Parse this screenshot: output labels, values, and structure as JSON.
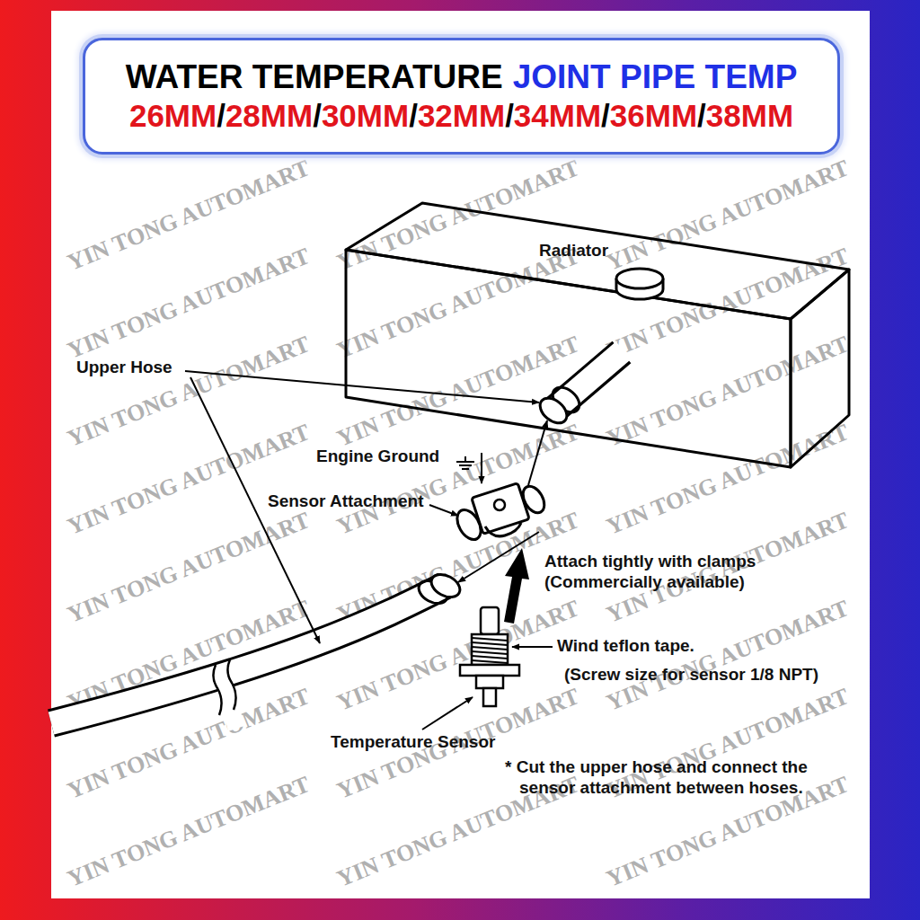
{
  "diagram": {
    "nodes": [
      {
        "text": [
          "WATER TEMPERATURE",
          "JOINT PIPE TEMP",
          "26MM/28MM/30MM/32MM/34MM/36MM/38MM"
        ]
      }
    ],
    "labels": [
      "Radiator",
      "Upper Hose",
      "Engine Ground",
      "Sensor Attachment",
      "Attach tightly with clamps (Commercially available)",
      "Wind teflon tape.",
      "(Screw size for sensor 1/8 NPT)",
      "Temperature Sensor",
      "* Cut the upper hose and connect the sensor attachment between hoses.",
      "YIN TONG AUTOMART",
      "YIN TONG AUTOMART",
      "YIN TONG AUTOMART",
      "YIN TONG AUTOMART",
      "YIN TONG AUTOMART",
      "YIN TONG AUTOMART",
      "YIN TONG AUTOMART",
      "YIN TONG AUTOMART",
      "YIN TONG AUTOMART",
      "YIN TONG AUTOMART",
      "YIN TONG AUTOMART",
      "YIN TONG AUTOMART",
      "YIN TONG AUTOMART",
      "YIN TONG AUTOMART",
      "YIN TONG AUTOMART",
      "YIN TONG AUTOMART",
      "YIN TONG AUTOMART",
      "YIN TONG AUTOMART",
      "YIN TONG AUTOMART",
      "YIN TONG AUTOMART",
      "YIN TONG AUTOMART",
      "YIN TONG AUTOMART",
      "YIN TONG AUTOMART",
      "YIN TONG AUTOMART"
    ]
  }
}
